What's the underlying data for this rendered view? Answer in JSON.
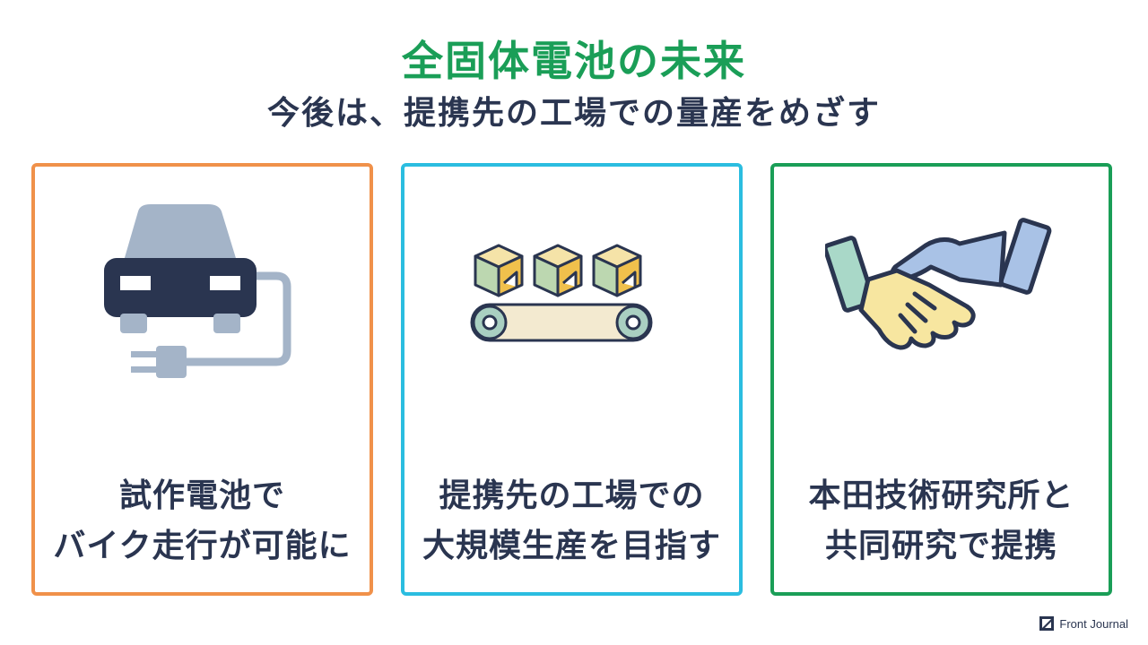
{
  "title": "全固体電池の未来",
  "subtitle": "今後は、提携先の工場での量産をめざす",
  "colors": {
    "title": "#1a9e57",
    "text": "#2a3550",
    "card1_border": "#f0914a",
    "card2_border": "#2bbde0",
    "card3_border": "#1a9e57"
  },
  "cards": [
    {
      "icon": "electric-car-plug-icon",
      "lines": [
        "試作電池で",
        "バイク走行が可能に"
      ]
    },
    {
      "icon": "conveyor-boxes-icon",
      "lines": [
        "提携先の工場での",
        "大規模生産を目指す"
      ]
    },
    {
      "icon": "handshake-icon",
      "lines": [
        "本田技術研究所と",
        "共同研究で提携"
      ]
    }
  ],
  "footer": {
    "brand": "Front Journal"
  }
}
